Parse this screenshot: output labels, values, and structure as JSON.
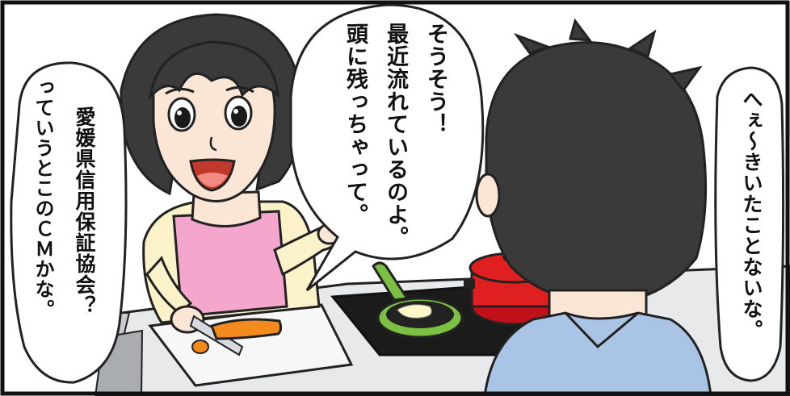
{
  "bubbles": {
    "center": {
      "lines": [
        "そうそう！",
        "最近流れているのよ。",
        "頭に残っちゃって。"
      ]
    },
    "left": {
      "lines": [
        "愛媛県信用保証協会？",
        "っていうとこのＣＭかな。"
      ]
    },
    "right": {
      "lines": [
        "へぇ～きいたことないな。"
      ]
    }
  }
}
